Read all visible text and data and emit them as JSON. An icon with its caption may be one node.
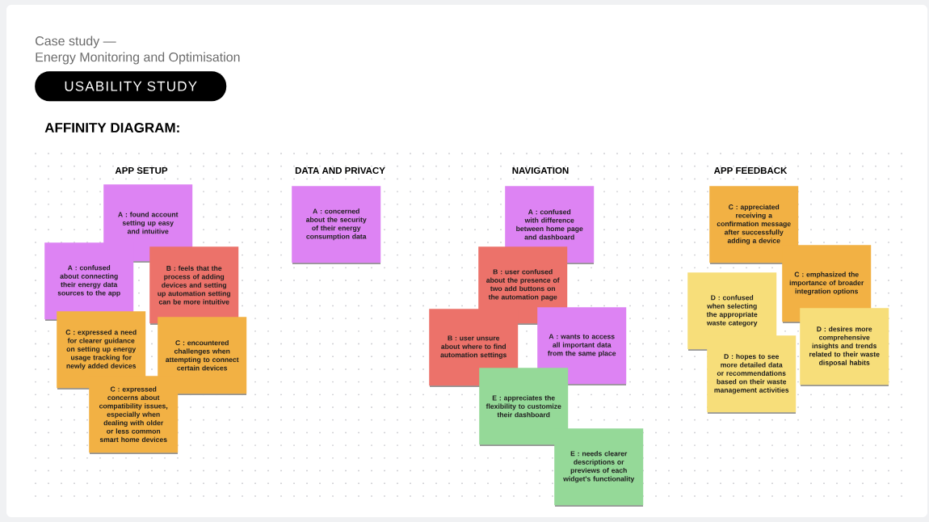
{
  "diagram": {
    "title": "Case study —",
    "nodes": [
      {
        "text": [
          "USABILITY STUDY"
        ]
      },
      {
        "text": [
          "A : found account setting up easy and intuitive"
        ]
      },
      {
        "text": [
          "A : confused about connecting their energy data sources to the app"
        ]
      },
      {
        "text": [
          "B : feels that the process of adding devices and setting up automation setting can be more intuitive"
        ]
      },
      {
        "text": [
          "C : expressed a need for clearer guidance on setting up energy usage tracking for newly added devices"
        ]
      },
      {
        "text": [
          "C : encountered challenges when attempting to connect certain devices"
        ]
      },
      {
        "text": [
          "C : expressed concerns about compatibility issues, especially when dealing with older or less common smart home devices"
        ]
      },
      {
        "text": [
          "A : concerned about the security of their energy consumption data"
        ]
      },
      {
        "text": [
          "A : confused with difference between home page and dashboard"
        ]
      },
      {
        "text": [
          "B : user confused about the presence of two add buttons on the automation page"
        ]
      },
      {
        "text": [
          "B : user unsure about where to find automation settings"
        ]
      },
      {
        "text": [
          "A : wants to access all important data from the same place"
        ]
      },
      {
        "text": [
          "E : appreciates the flexibility to customize their dashboard"
        ]
      },
      {
        "text": [
          "E : needs clearer descriptions or previews of each widget's functionality"
        ]
      },
      {
        "text": [
          "C : appreciated receiving a confirmation message after successfully adding a device"
        ]
      },
      {
        "text": [
          "C : emphasized the importance of broader integration options"
        ]
      },
      {
        "text": [
          "D : confused when selecting the appropriate waste category"
        ]
      },
      {
        "text": [
          "D : hopes to see more detailed data or recommendations based on their waste management activities"
        ]
      },
      {
        "text": [
          "D : desires more comprehensive insights and trends related to their waste disposal habits"
        ]
      }
    ],
    "labels": [
      "Energy Monitoring and Optimisation",
      "AFFINITY DIAGRAM:",
      "APP SETUP",
      "DATA AND PRIVACY",
      "NAVIGATION",
      "APP FEEDBACK"
    ]
  }
}
